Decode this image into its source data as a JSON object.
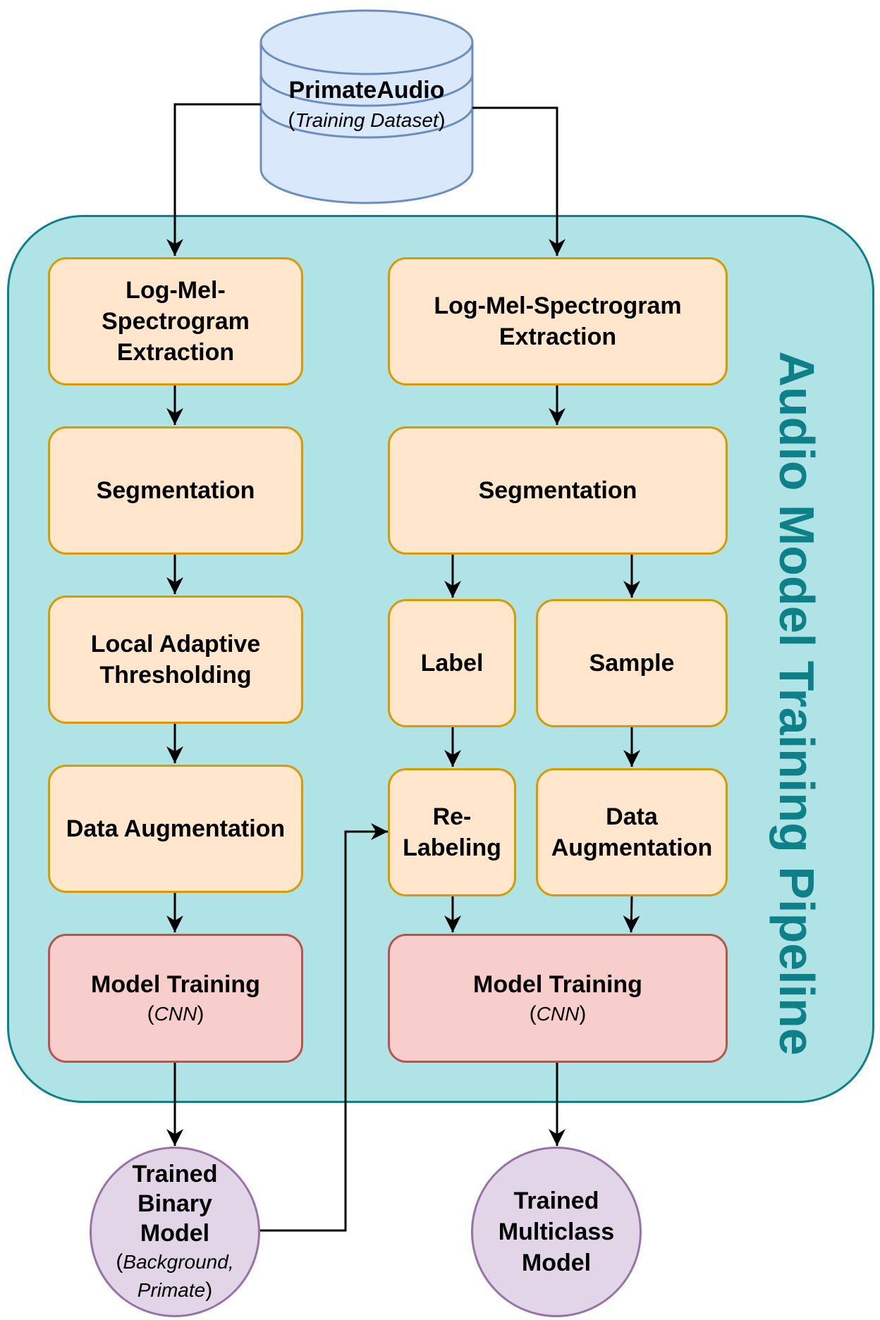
{
  "database": {
    "name": "PrimateAudio",
    "subtitle_open": "(",
    "subtitle_italic": "Training Dataset",
    "subtitle_close": ")"
  },
  "pipeline": {
    "title": "Audio Model Training Pipeline"
  },
  "left_branch": {
    "extraction_lines": [
      "Log-Mel-",
      "Spectrogram",
      "Extraction"
    ],
    "segmentation": "Segmentation",
    "thresholding_lines": [
      "Local Adaptive",
      "Thresholding"
    ],
    "augmentation": "Data Augmentation",
    "training": "Model Training",
    "training_sub": "CNN"
  },
  "right_branch": {
    "extraction_lines": [
      "Log-Mel-Spectrogram",
      "Extraction"
    ],
    "segmentation": "Segmentation",
    "label": "Label",
    "sample": "Sample",
    "relabeling_lines": [
      "Re-",
      "Labeling"
    ],
    "augmentation_lines": [
      "Data",
      "Augmentation"
    ],
    "training": "Model Training",
    "training_sub": "CNN"
  },
  "outputs": {
    "binary_lines": [
      "Trained",
      "Binary Model"
    ],
    "binary_sub_lines": [
      "Background,",
      "Primate"
    ],
    "multiclass_lines": [
      "Trained",
      "Multiclass",
      "Model"
    ]
  },
  "colors": {
    "process_fill": "#ffe6cc",
    "process_border": "#d79b00",
    "training_fill": "#f8cecc",
    "training_border": "#b85450",
    "output_fill": "#e1d5e7",
    "output_border": "#9673a6",
    "pipeline_fill": "#b0e3e6",
    "pipeline_border": "#0e8088",
    "database_fill": "#dae8fc",
    "database_border": "#6c8ebf"
  }
}
